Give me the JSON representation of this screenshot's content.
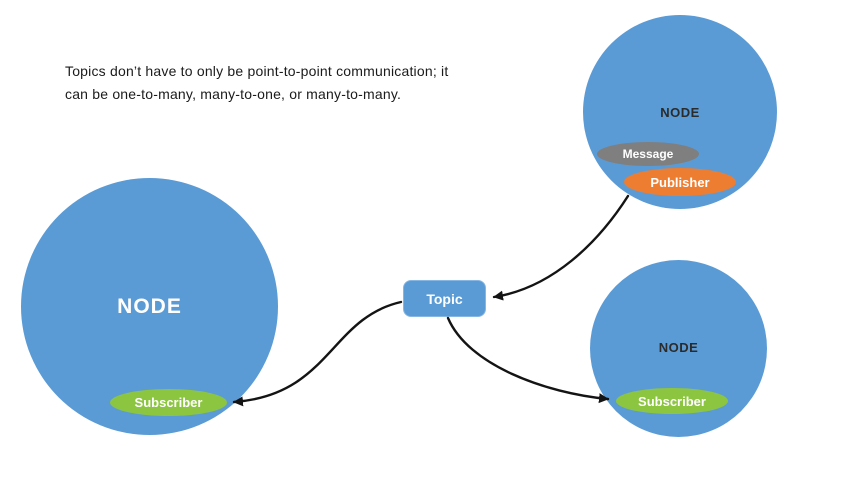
{
  "caption": {
    "line1": "Topics don’t have to only be point-to-point communication; it",
    "line2": "can be one-to-many, many-to-one, or many-to-many."
  },
  "nodes": {
    "left": {
      "label": "NODE",
      "subscriber": "Subscriber"
    },
    "top_right": {
      "label": "NODE",
      "message": "Message",
      "publisher": "Publisher"
    },
    "bottom_right": {
      "label": "NODE",
      "subscriber": "Subscriber"
    }
  },
  "topic": {
    "label": "Topic"
  },
  "colors": {
    "node_blue": "#5B9BD5",
    "topic_blue": "#5B9BD5",
    "publisher_orange": "#ED7D31",
    "message_gray": "#7F7F7F",
    "subscriber_green": "#8CC540",
    "arrow_black": "#141414",
    "node_label_light": "#FFFFFF",
    "node_label_dark": "#2B2B2B"
  }
}
